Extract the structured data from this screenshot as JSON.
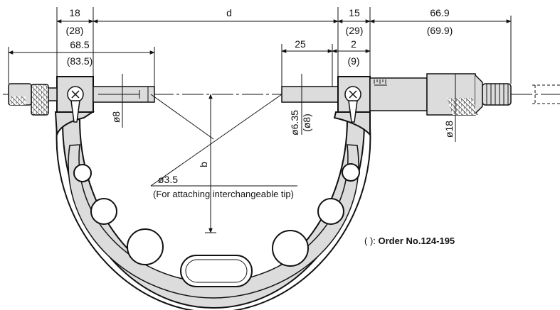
{
  "dimensions": {
    "anvil_len": "18",
    "anvil_len_alt": "(28)",
    "range_d": "d",
    "spindle_len": "15",
    "spindle_len_alt": "(29)",
    "thimble_len": "66.9",
    "thimble_len_alt": "(69.9)",
    "anvil_overall": "68.5",
    "anvil_overall_alt": "(83.5)",
    "spindle_ext": "25",
    "spindle_gap": "2",
    "spindle_gap_alt": "(9)",
    "anvil_dia": "ø8",
    "spindle_dia": "ø6.35",
    "spindle_dia_alt": "(ø8)",
    "thimble_dia": "ø18",
    "throat_depth": "b",
    "tip_hole_dia": "ø3.5"
  },
  "notes": {
    "tip_hole_note": "(For attaching interchangeable tip)",
    "order_prefix": "( ): ",
    "order_number": "Order No.124-195"
  },
  "colors": {
    "frame_fill": "#dcdcdc",
    "line": "#111111",
    "hatch": "#222222"
  },
  "icons": {
    "clamp_screw": "screw-head-icon",
    "knurl": "knurled-grip-icon"
  }
}
